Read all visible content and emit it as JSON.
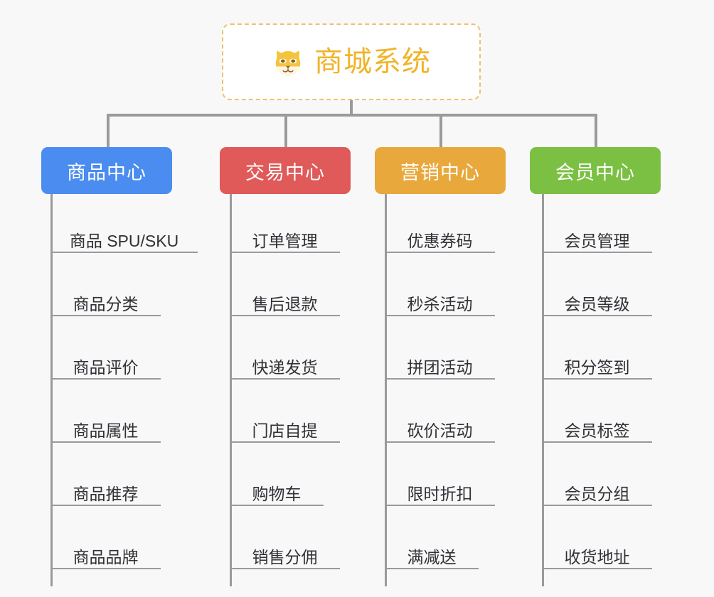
{
  "background_color": "#f8f8f8",
  "root": {
    "title": "商城系统",
    "icon": "dog-face-emoji",
    "text_color": "#f0b429",
    "border_color": "#eec170"
  },
  "connector_color": "#9a9a9a",
  "columns": [
    {
      "title": "商品中心",
      "color": "#4A8CF0",
      "items": [
        "商品 SPU/SKU",
        "商品分类",
        "商品评价",
        "商品属性",
        "商品推荐",
        "商品品牌"
      ]
    },
    {
      "title": "交易中心",
      "color": "#E05A5A",
      "items": [
        "订单管理",
        "售后退款",
        "快递发货",
        "门店自提",
        "购物车",
        "销售分佣"
      ]
    },
    {
      "title": "营销中心",
      "color": "#E8A83C",
      "items": [
        "优惠券码",
        "秒杀活动",
        "拼团活动",
        "砍价活动",
        "限时折扣",
        "满减送"
      ]
    },
    {
      "title": "会员中心",
      "color": "#7BC043",
      "items": [
        "会员管理",
        "会员等级",
        "积分签到",
        "会员标签",
        "会员分组",
        "收货地址"
      ]
    }
  ]
}
